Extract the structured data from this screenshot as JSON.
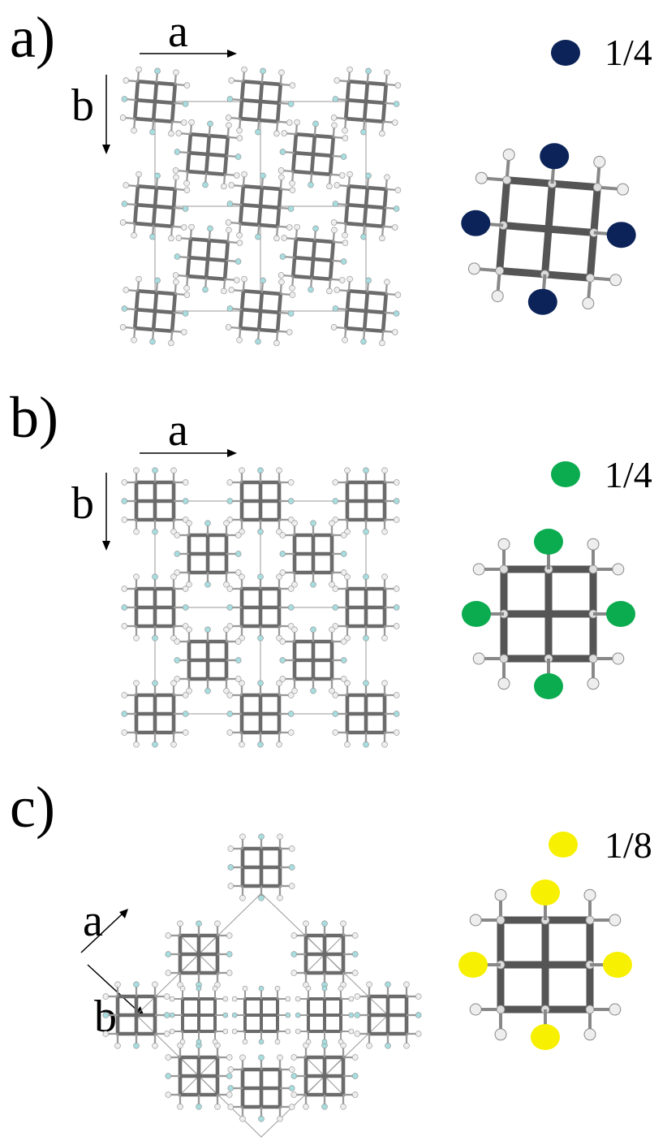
{
  "panels": [
    {
      "label": "a)",
      "axis_a": "a",
      "axis_b": "b",
      "legend_text": "1/4",
      "site_color": "#0b2358",
      "lattice": "square-rotated-molecules"
    },
    {
      "label": "b)",
      "axis_a": "a",
      "axis_b": "b",
      "legend_text": "1/4",
      "site_color": "#0bab4f",
      "lattice": "square-aligned-molecules"
    },
    {
      "label": "c)",
      "axis_a": "a",
      "axis_b": "b",
      "legend_text": "1/8",
      "site_color": "#f7f000",
      "lattice": "diamond"
    }
  ],
  "colors": {
    "carbon": "#6b6b6b",
    "hydrogen": "#eeeeee",
    "fluorine": "#a8dde0",
    "cell": "#999999"
  }
}
